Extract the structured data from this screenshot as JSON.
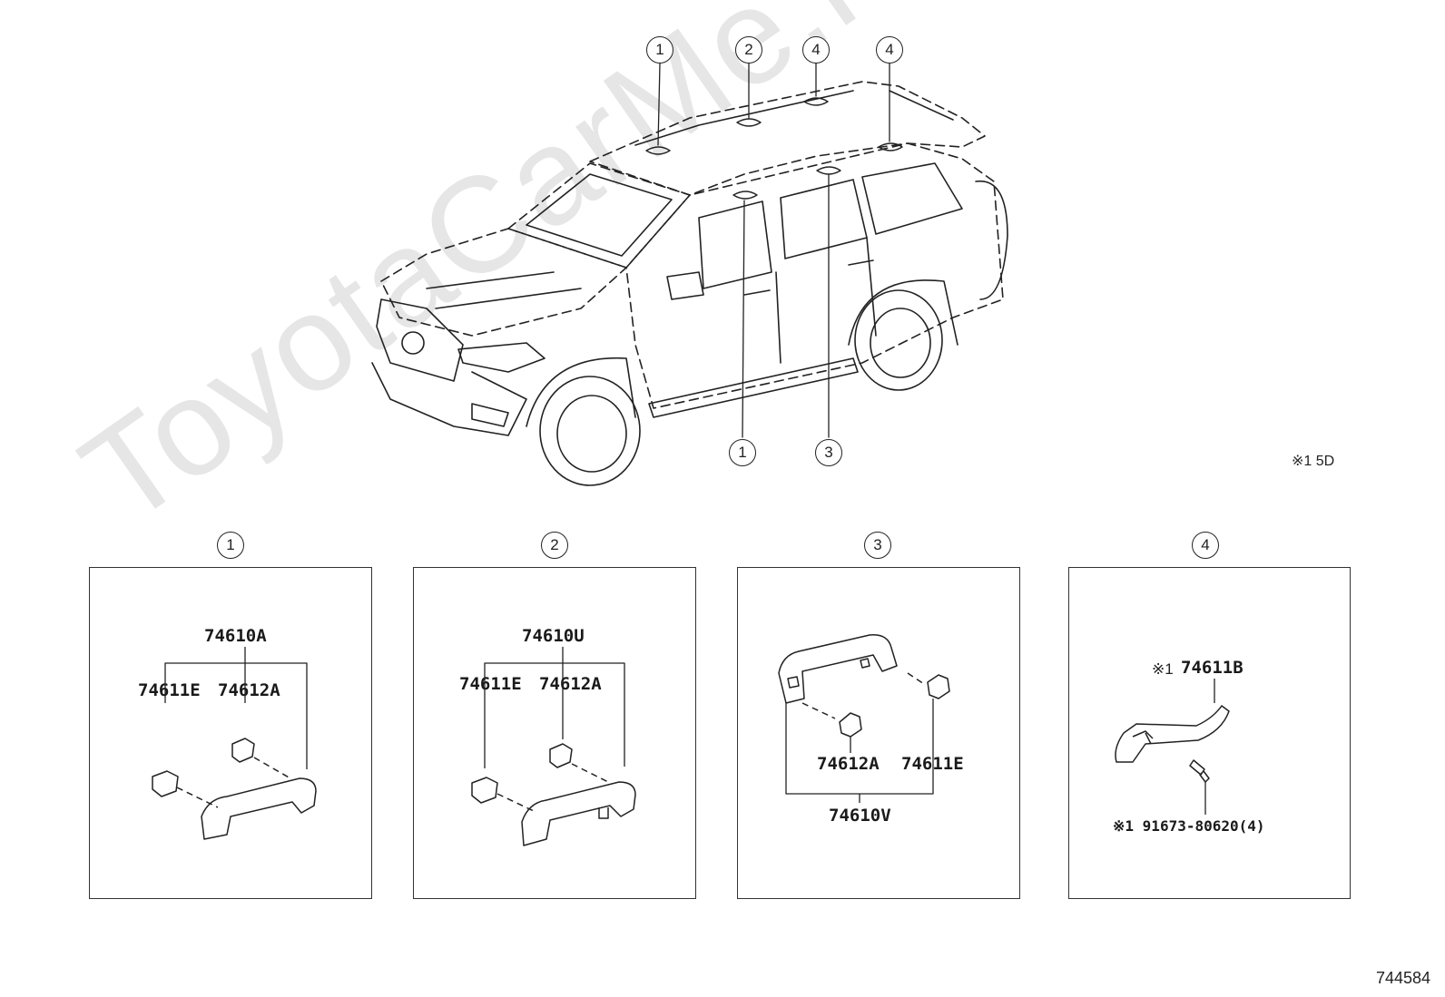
{
  "watermark": "ToyotaCarMe.ru",
  "note_5d": "※1 5D",
  "doc_id": "744584",
  "vehicle_callouts": [
    "1",
    "2",
    "4",
    "4",
    "1",
    "3"
  ],
  "panels": [
    {
      "number": "1",
      "parts": {
        "assembly": "74610A",
        "left_clip": "74611E",
        "right_clip": "74612A"
      }
    },
    {
      "number": "2",
      "parts": {
        "assembly": "74610U",
        "left_clip": "74611E",
        "right_clip": "74612A"
      }
    },
    {
      "number": "3",
      "parts": {
        "left_clip": "74612A",
        "right_clip": "74611E",
        "assembly": "74610V"
      }
    },
    {
      "number": "4",
      "parts": {
        "grip_mark": "※1",
        "grip": "74611B",
        "bolt": "※1 91673-80620(4)"
      }
    }
  ]
}
